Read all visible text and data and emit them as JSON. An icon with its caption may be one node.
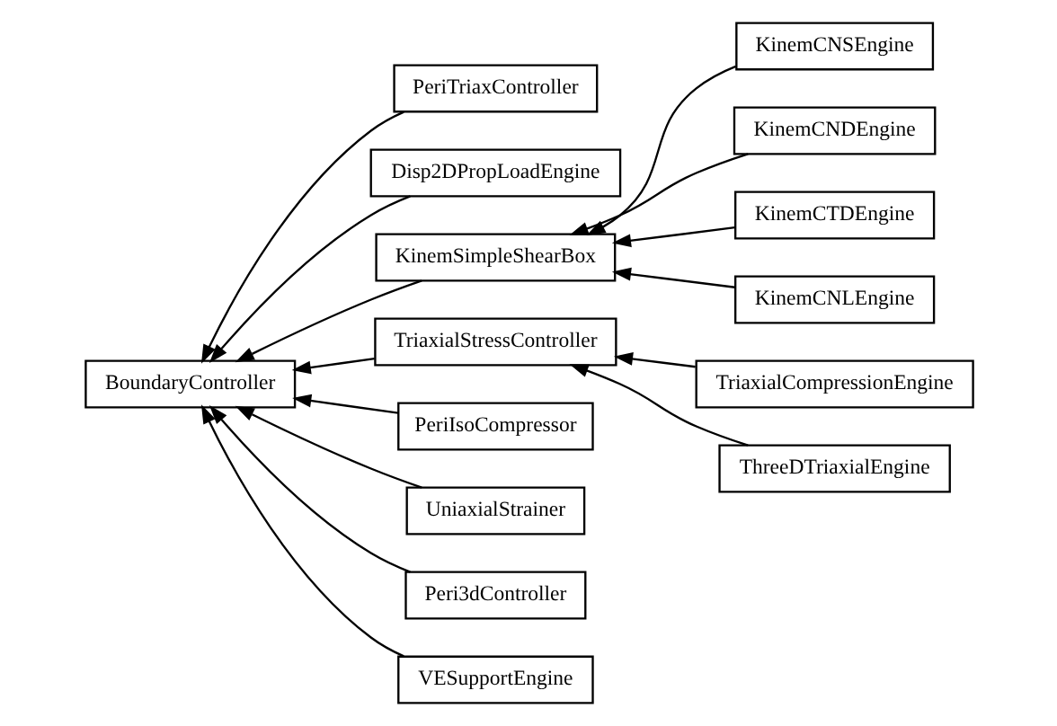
{
  "diagram": {
    "nodes": [
      {
        "text": [
          "BoundaryController"
        ]
      },
      {
        "text": [
          "PeriTriaxController"
        ]
      },
      {
        "text": [
          "Disp2DPropLoadEngine"
        ]
      },
      {
        "text": [
          "KinemSimpleShearBox"
        ]
      },
      {
        "text": [
          "TriaxialStressController"
        ]
      },
      {
        "text": [
          "PeriIsoCompressor"
        ]
      },
      {
        "text": [
          "UniaxialStrainer"
        ]
      },
      {
        "text": [
          "Peri3dController"
        ]
      },
      {
        "text": [
          "VESupportEngine"
        ]
      },
      {
        "text": [
          "KinemCNSEngine"
        ]
      },
      {
        "text": [
          "KinemCNDEngine"
        ]
      },
      {
        "text": [
          "KinemCTDEngine"
        ]
      },
      {
        "text": [
          "KinemCNLEngine"
        ]
      },
      {
        "text": [
          "TriaxialCompressionEngine"
        ]
      },
      {
        "text": [
          "ThreeDTriaxialEngine"
        ]
      }
    ],
    "edges": [
      {
        "from": 1,
        "to": 0,
        "arrow": "to"
      },
      {
        "from": 2,
        "to": 0,
        "arrow": "to"
      },
      {
        "from": 3,
        "to": 0,
        "arrow": "to"
      },
      {
        "from": 4,
        "to": 0,
        "arrow": "to"
      },
      {
        "from": 5,
        "to": 0,
        "arrow": "to"
      },
      {
        "from": 6,
        "to": 0,
        "arrow": "to"
      },
      {
        "from": 7,
        "to": 0,
        "arrow": "to"
      },
      {
        "from": 8,
        "to": 0,
        "arrow": "to"
      },
      {
        "from": 9,
        "to": 3,
        "arrow": "to"
      },
      {
        "from": 10,
        "to": 3,
        "arrow": "to"
      },
      {
        "from": 11,
        "to": 3,
        "arrow": "to"
      },
      {
        "from": 12,
        "to": 3,
        "arrow": "to"
      },
      {
        "from": 13,
        "to": 4,
        "arrow": "to"
      },
      {
        "from": 14,
        "to": 4,
        "arrow": "to"
      }
    ]
  }
}
